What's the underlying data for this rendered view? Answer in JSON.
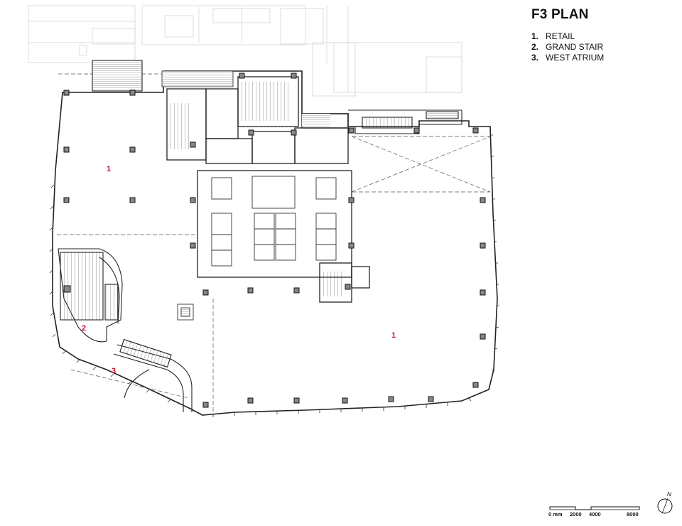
{
  "header": {
    "title": "F3 PLAN"
  },
  "legend": {
    "items": [
      {
        "num": "1.",
        "label": "RETAIL"
      },
      {
        "num": "2.",
        "label": "GRAND STAIR"
      },
      {
        "num": "3.",
        "label": "WEST ATRIUM"
      }
    ]
  },
  "zones": {
    "retail_west": "1",
    "retail_east": "1",
    "grand_stair": "2",
    "west_atrium": "3"
  },
  "scale_bar": {
    "ticks": [
      "0 mm",
      "2000",
      "4000",
      "8000"
    ]
  },
  "north_arrow": {
    "label": "N"
  },
  "colors": {
    "linework": "#222222",
    "context": "#cfcfcf",
    "zone_label": "#c8102e"
  }
}
